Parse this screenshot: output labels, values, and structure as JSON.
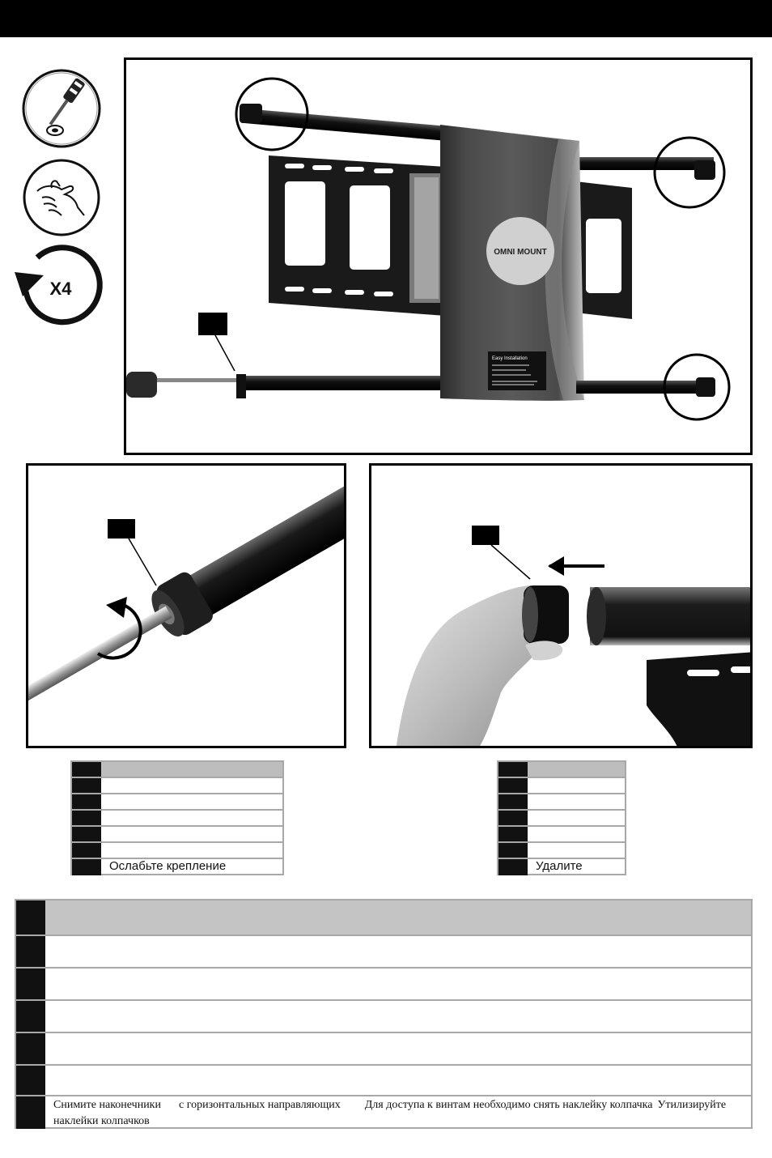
{
  "step_icons": [
    "screwdriver-icon",
    "hand-icon",
    "rotate-counterclockwise-icon"
  ],
  "repeat_label": "X4",
  "brand_logo": "OMNI MOUNT",
  "easy_install_label": "Easy Installation",
  "left_table": {
    "rows": [
      "",
      "",
      "",
      "",
      "",
      "Ослабьте крепление"
    ]
  },
  "right_table": {
    "rows": [
      "",
      "",
      "",
      "",
      "",
      "Удалите"
    ]
  },
  "bottom_table": {
    "last_row": {
      "part1": "Снимите наконечники",
      "part2": "с горизонтальных направляющих",
      "part3": "Для доступа к винтам необходимо снять наклейку колпачка",
      "part4": "Утилизируйте наклейки колпачков"
    }
  }
}
